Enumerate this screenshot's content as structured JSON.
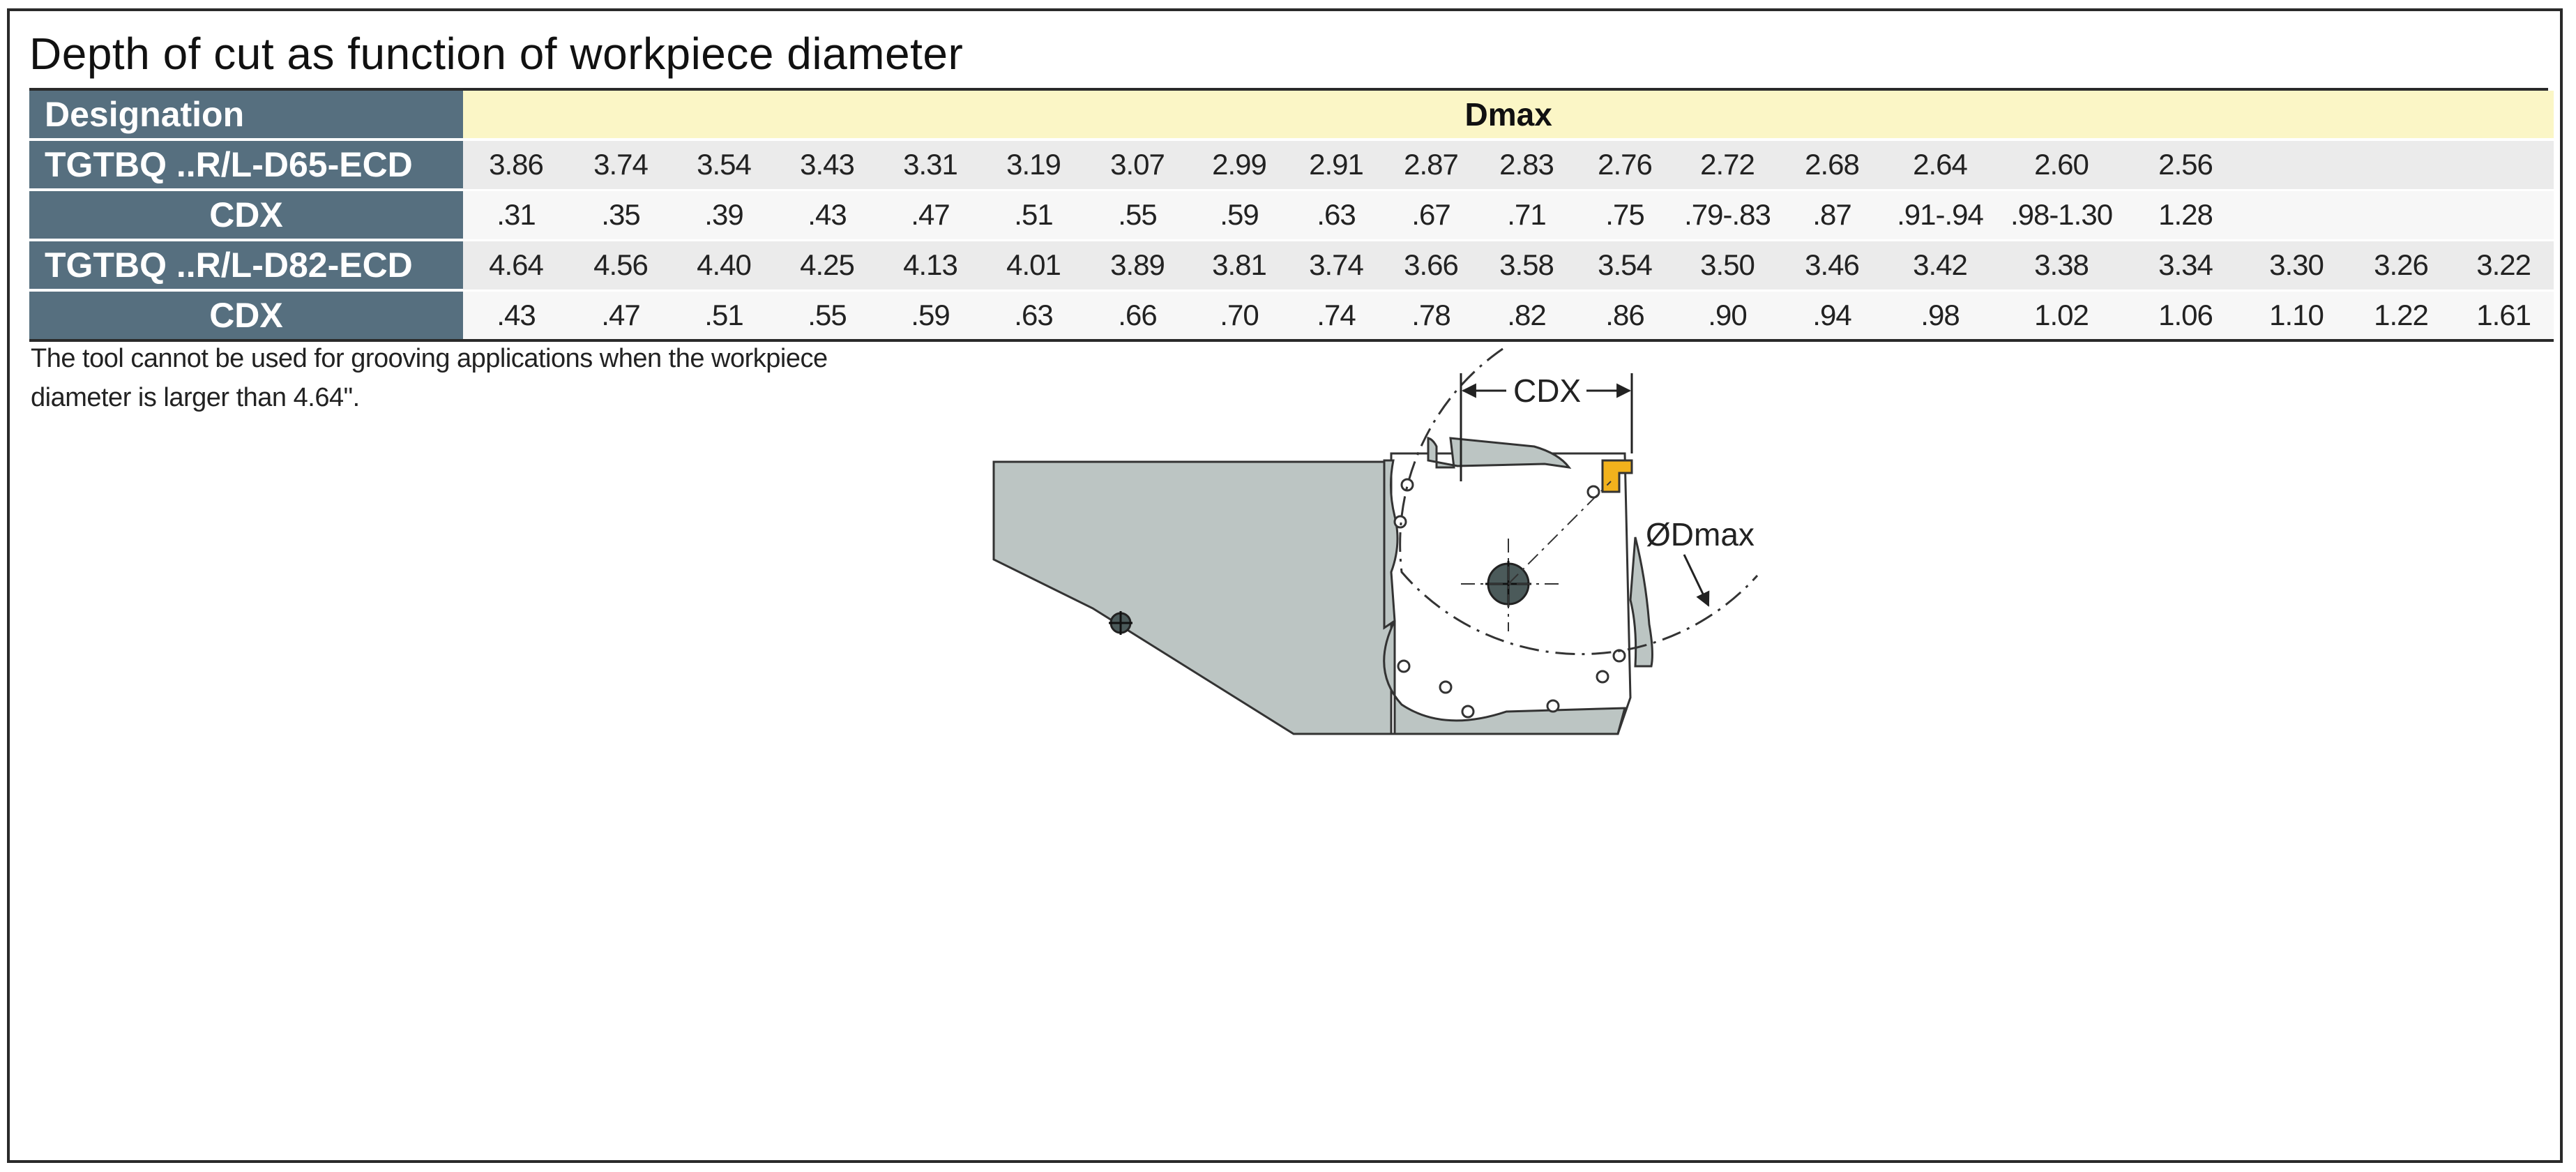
{
  "title": "Depth of cut as function of workpiece diameter",
  "table": {
    "designation_header": "Designation",
    "dmax_header": "Dmax",
    "rows": [
      {
        "label": "TGTBQ ..R/L-D65-ECD",
        "kind": "tool",
        "values": [
          "3.86",
          "3.74",
          "3.54",
          "3.43",
          "3.31",
          "3.19",
          "3.07",
          "2.99",
          "2.91",
          "2.87",
          "2.83",
          "2.76",
          "2.72",
          "2.68",
          "2.64",
          "2.60",
          "2.56",
          "",
          "",
          ""
        ]
      },
      {
        "label": "CDX",
        "kind": "cdx",
        "values": [
          ".31",
          ".35",
          ".39",
          ".43",
          ".47",
          ".51",
          ".55",
          ".59",
          ".63",
          ".67",
          ".71",
          ".75",
          ".79-.83",
          ".87",
          ".91-.94",
          ".98-1.30",
          "1.28",
          "",
          "",
          ""
        ]
      },
      {
        "label": "TGTBQ ..R/L-D82-ECD",
        "kind": "tool",
        "values": [
          "4.64",
          "4.56",
          "4.40",
          "4.25",
          "4.13",
          "4.01",
          "3.89",
          "3.81",
          "3.74",
          "3.66",
          "3.58",
          "3.54",
          "3.50",
          "3.46",
          "3.42",
          "3.38",
          "3.34",
          "3.30",
          "3.26",
          "3.22"
        ]
      },
      {
        "label": "CDX",
        "kind": "cdx",
        "values": [
          ".43",
          ".47",
          ".51",
          ".55",
          ".59",
          ".63",
          ".66",
          ".70",
          ".74",
          ".78",
          ".82",
          ".86",
          ".90",
          ".94",
          ".98",
          "1.02",
          "1.06",
          "1.10",
          "1.22",
          "1.61"
        ]
      }
    ]
  },
  "note": {
    "line1": "The tool cannot be used for grooving applications when the workpiece",
    "line2": "diameter is larger than 4.64\"."
  },
  "drawing": {
    "cdx_label": "CDX",
    "dmax_label": "ØDmax",
    "insert_color": "#f2b21c",
    "body_color": "#bcc5c3"
  }
}
